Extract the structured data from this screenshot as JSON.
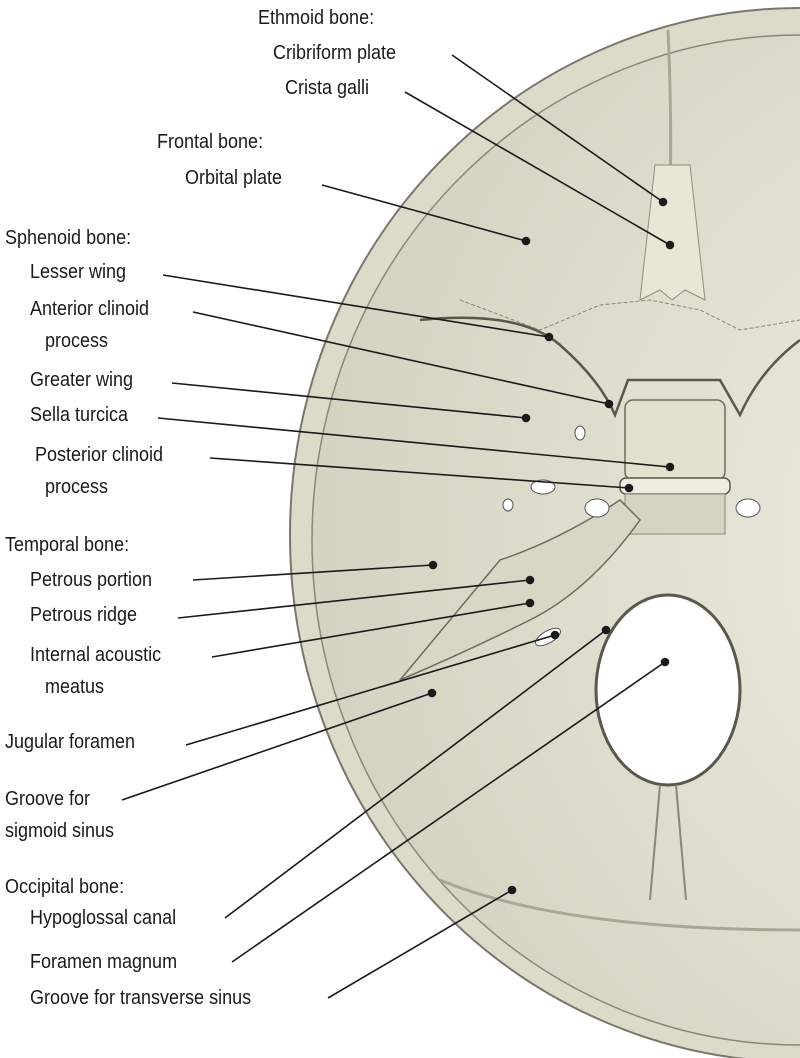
{
  "colors": {
    "bone": "#e6e4d6",
    "bone_shadow": "#c9c6b3",
    "outline": "#6e6b5d",
    "leader": "#1a1a1a",
    "background": "#ffffff"
  },
  "groups": {
    "ethmoid": "Ethmoid bone:",
    "frontal": "Frontal bone:",
    "sphenoid": "Sphenoid bone:",
    "temporal": "Temporal bone:",
    "occipital": "Occipital bone:"
  },
  "labels": {
    "cribriform_plate": "Cribriform plate",
    "crista_galli": "Crista galli",
    "orbital_plate": "Orbital plate",
    "lesser_wing": "Lesser wing",
    "anterior_clinoid_1": "Anterior clinoid",
    "anterior_clinoid_2": "process",
    "greater_wing": "Greater wing",
    "sella_turcica": "Sella turcica",
    "posterior_clinoid_1": "Posterior clinoid",
    "posterior_clinoid_2": "process",
    "petrous_portion": "Petrous portion",
    "petrous_ridge": "Petrous ridge",
    "internal_acoustic_1": "Internal acoustic",
    "internal_acoustic_2": "meatus",
    "jugular_foramen": "Jugular foramen",
    "sigmoid_1": "Groove for",
    "sigmoid_2": "sigmoid sinus",
    "hypoglossal_canal": "Hypoglossal canal",
    "foramen_magnum": "Foramen magnum",
    "transverse_sinus": "Groove for transverse sinus"
  }
}
